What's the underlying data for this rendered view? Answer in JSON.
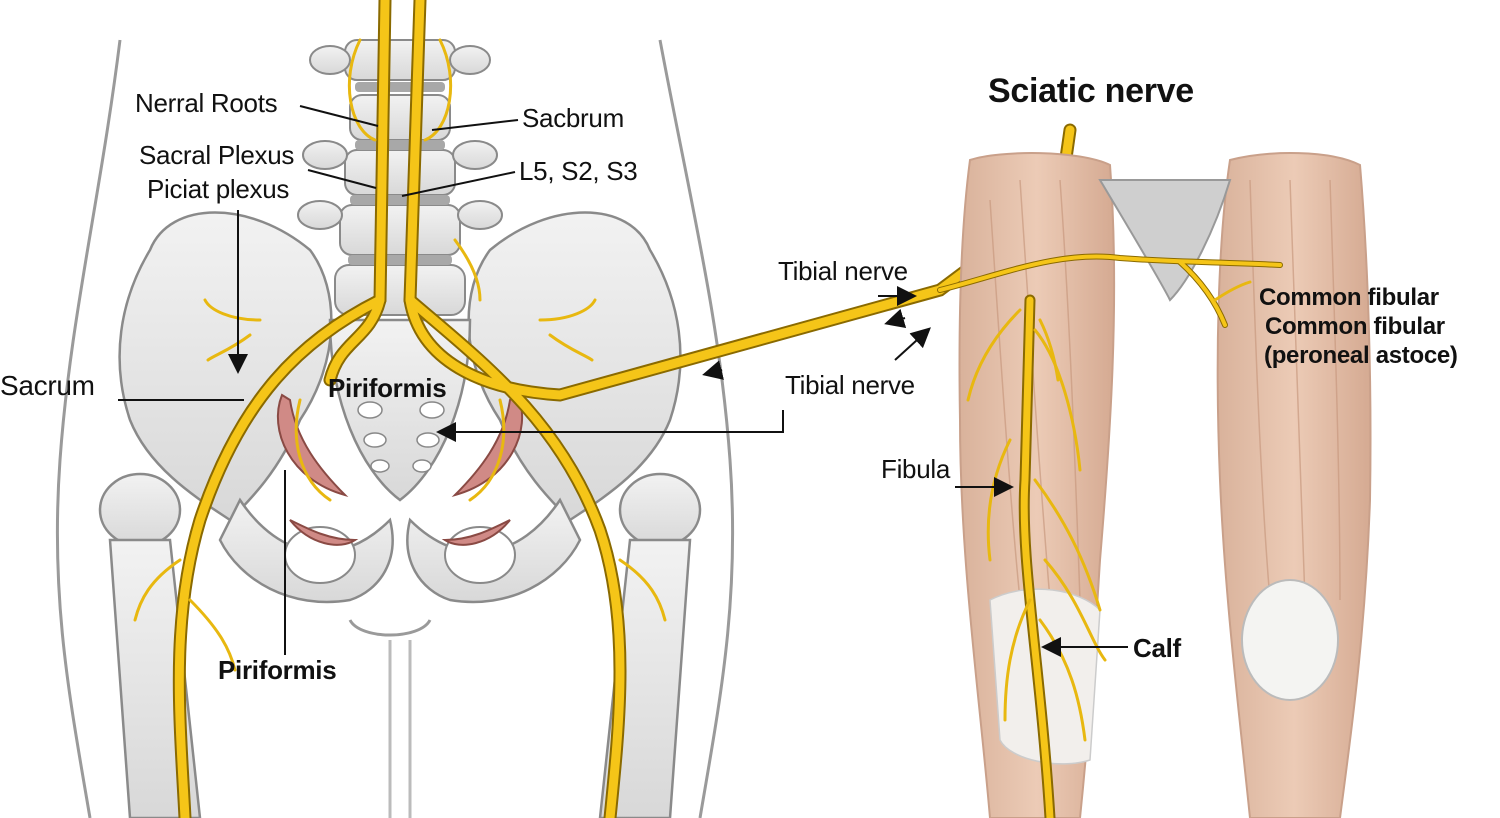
{
  "title": "Sciatic nerve",
  "colors": {
    "nerve": "#f5c518",
    "nerve_outline": "#8a6a00",
    "bone": "#e6e6e6",
    "bone_outline": "#8a8a8a",
    "muscle": "#e3bfa8",
    "muscle_dark": "#c99a80",
    "piriformis_muscle": "#d08a86",
    "text": "#111111"
  },
  "pelvis_panel": {
    "labels": {
      "nerral_roots": "Nerral Roots",
      "sacbrum": "Sacbrum",
      "sacral_plexus": "Sacral Plexus",
      "piciat_plexus": "Piciat plexus",
      "l5_s2_s3": "L5, S2, S3",
      "sacrum": "Sacrum",
      "piriformis_center": "Piriformis",
      "piriformis_bottom": "Piriformis"
    }
  },
  "leg_panel": {
    "labels": {
      "tibial_nerve_top": "Tibial nerve",
      "tibial_nerve_bottom": "Tibial nerve",
      "common_fibular_1": "Common fibular",
      "common_fibular_2": "Common fibular",
      "peroneal": "(peroneal astoce)",
      "fibula": "Fibula",
      "calf": "Calf"
    }
  }
}
